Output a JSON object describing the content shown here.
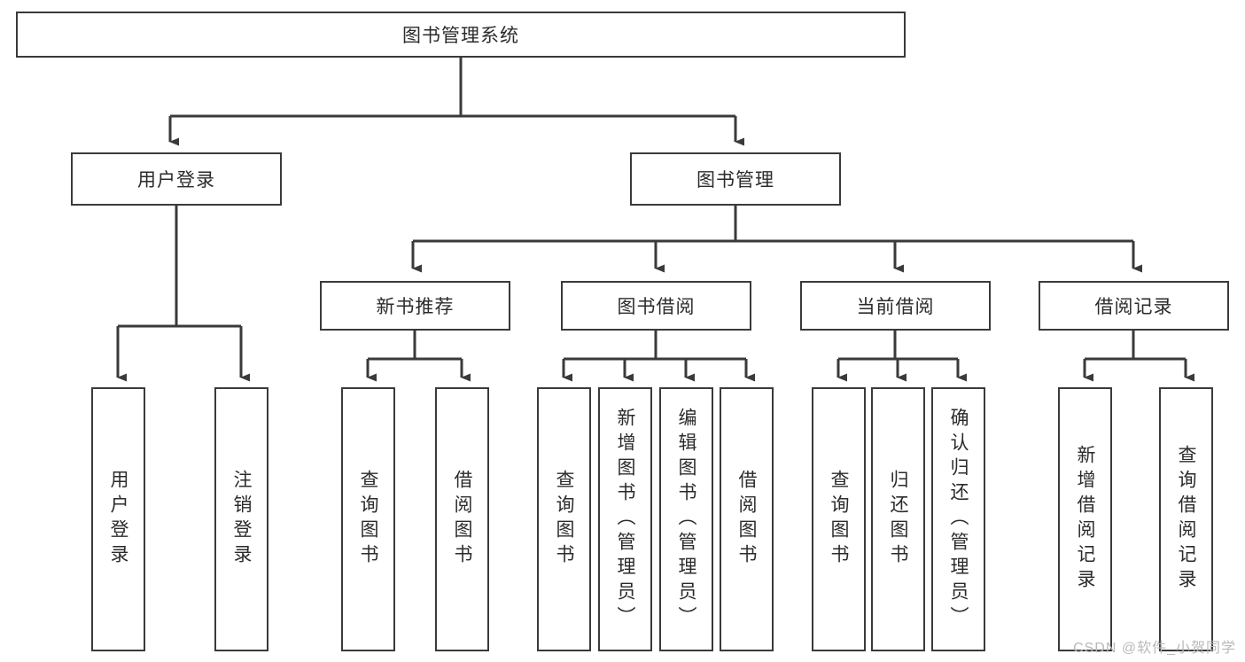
{
  "diagram": {
    "title": "图书管理系统",
    "type": "hierarchy-tree",
    "stroke_color": "#3a3a3a",
    "text_color": "#2b2b2b",
    "background_color": "#ffffff",
    "nodes": {
      "root": "图书管理系统",
      "level2": [
        "用户登录",
        "图书管理"
      ],
      "level3": [
        "新书推荐",
        "图书借阅",
        "当前借阅",
        "借阅记录"
      ],
      "leaves": {
        "user_login": [
          "用户登录",
          "注销登录"
        ],
        "new_book": [
          "查询图书",
          "借阅图书"
        ],
        "book_borrow": [
          "查询图书",
          "新增图书（管理员）",
          "编辑图书（管理员）",
          "借阅图书"
        ],
        "current_borrow": [
          "查询图书",
          "归还图书",
          "确认归还（管理员）"
        ],
        "borrow_record": [
          "新增借阅记录",
          "查询借阅记录"
        ]
      }
    }
  },
  "watermark": {
    "text": "CSDN @软件_小贺同学"
  }
}
